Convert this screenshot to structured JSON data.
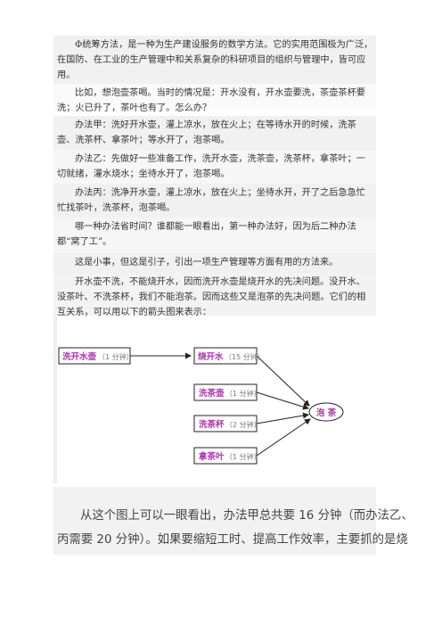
{
  "paragraphs": [
    "Φ统筹方法，是一种为生产建设服务的数学方法。它的实用范围极为广泛，在国防、在工业的生产管理中和关系复杂的科研项目的组织与管理中，皆可应用。",
    "比如，想泡壶茶喝。当时的情况是：开水没有，开水壶要洗，茶壶茶杯要洗；火已升了，茶叶也有了。怎么办？",
    "办法甲：洗好开水壶，灌上凉水，放在火上；在等待水开的时候，洗茶壶、洗茶杯、拿茶叶；等水开了，泡茶喝。",
    "办法乙：先做好一些准备工作，洗开水壶，洗茶壶，洗茶杯，拿茶叶；一切就绪，灌水烧水；坐待水开了，泡茶喝。",
    "办法丙：洗净开水壶，灌上凉水，放在火上；坐待水开，开了之后急急忙忙找茶叶，洗茶杯，泡茶喝。",
    "哪一种办法省时间？谁都能一眼看出，第一种办法好，因为后二种办法都“窝了工”。",
    "这是小事，但这是引子，引出一项生产管理等方面有用的方法来。",
    "开水壶不洗，不能烧开水，因而洗开水壶是烧开水的先决问题。没开水、没茶叶、不洗茶杯，我们不能泡茶。因而这些又是泡茶的先决问题。它们的相互关系，可以用以下的箭头图来表示："
  ],
  "diagram": {
    "nodes": [
      {
        "id": "wash-kettle",
        "label": "洗开水壶",
        "duration": "（1 分钟）"
      },
      {
        "id": "boil-water",
        "label": "烧开水",
        "duration": "（15 分钟）"
      },
      {
        "id": "wash-teapot",
        "label": "洗茶壶",
        "duration": "（1 分钟）"
      },
      {
        "id": "wash-cups",
        "label": "洗茶杯",
        "duration": "（2 分钟）"
      },
      {
        "id": "get-tea",
        "label": "拿茶叶",
        "duration": "（1 分钟）"
      },
      {
        "id": "make-tea",
        "label": "泡 茶",
        "duration": ""
      }
    ],
    "edges": [
      [
        "wash-kettle",
        "boil-water"
      ],
      [
        "boil-water",
        "make-tea"
      ],
      [
        "wash-teapot",
        "make-tea"
      ],
      [
        "wash-cups",
        "make-tea"
      ],
      [
        "get-tea",
        "make-tea"
      ]
    ],
    "colors": {
      "label": "#b02fb5",
      "duration": "#777777",
      "box": "#222222"
    }
  },
  "conclusion_lines": [
    "从这个图上可以一眼看出，办法甲总共要 16 分钟（而办法乙、",
    "丙需要 20 分钟）。如果要缩短工时、提高工作效率，主要抓的是烧"
  ]
}
